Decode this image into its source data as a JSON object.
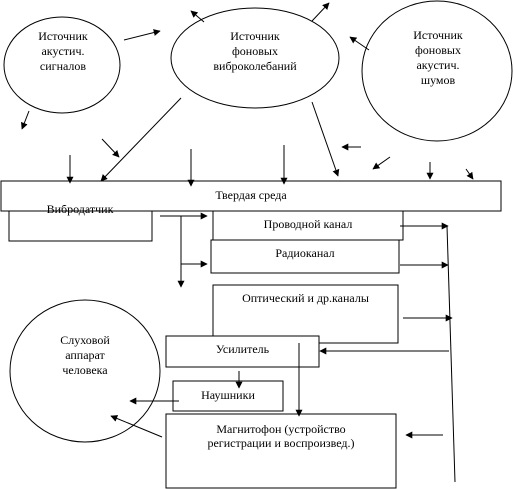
{
  "nodes": {
    "src_acoustic": "Источник\nакустич.\nсигналов",
    "src_vibration": "Источник\nфоновых\nвиброколебаний",
    "src_noise": "Источник\nфоновых\nакустич.\nшумов",
    "solid_medium": "Твердая среда",
    "vibration_sensor": "Вибродатчик",
    "wire_channel": "Проводной канал",
    "radio_channel": "Радиоканал",
    "optical_channel": "Оптический и др.каналы",
    "amplifier": "Усилитель",
    "hearing": "Слуховой\nаппарат\nчеловека",
    "headphones": "Наушники",
    "recorder": "Магнитофон (устройство\nрегистрации и воспроизвед.)"
  }
}
